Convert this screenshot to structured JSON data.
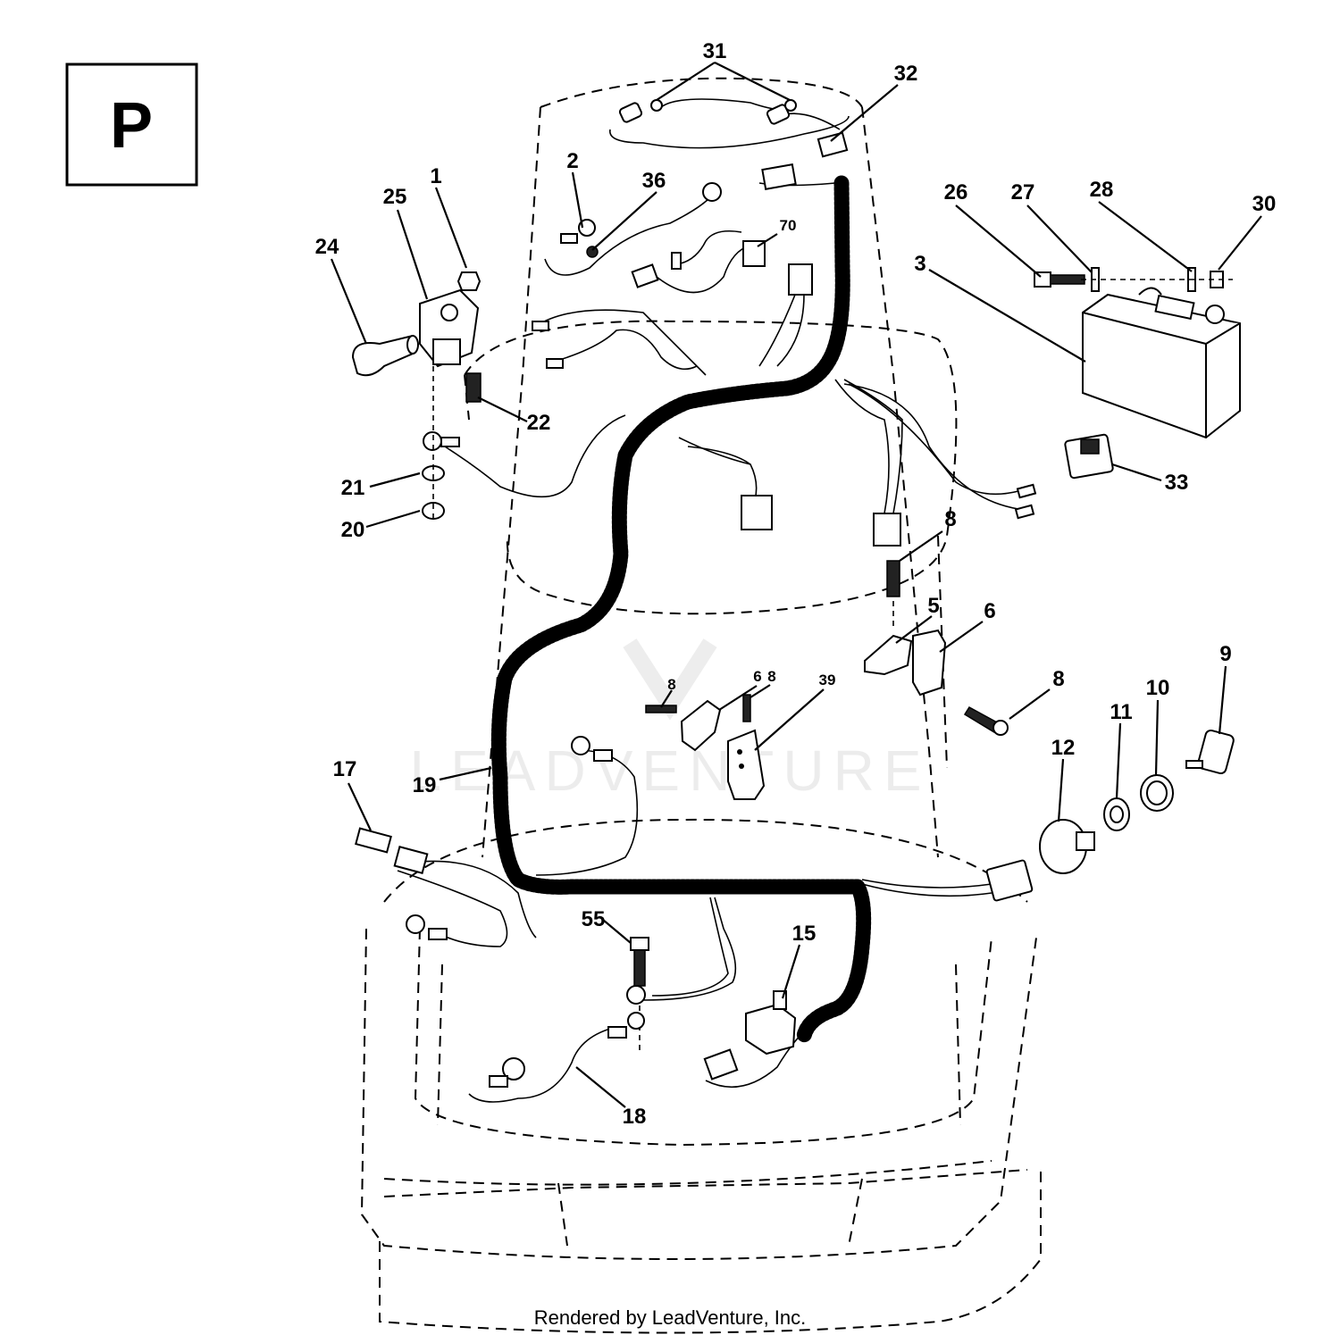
{
  "page_letter": "P",
  "watermark": "LEADVENTURE",
  "footer": "Rendered by LeadVenture, Inc.",
  "callouts": {
    "n31": "31",
    "n32": "32",
    "n2": "2",
    "n36": "36",
    "n70": "70",
    "n26": "26",
    "n27": "27",
    "n28": "28",
    "n30": "30",
    "n3": "3",
    "n25": "25",
    "n1": "1",
    "n24": "24",
    "n22": "22",
    "n21": "21",
    "n20": "20",
    "n33": "33",
    "n8a": "8",
    "n5": "5",
    "n6a": "6",
    "n6b": "6",
    "n8b": "8",
    "n8c": "8",
    "n39": "39",
    "n9": "9",
    "n8d": "8",
    "n10": "10",
    "n11": "11",
    "n12": "12",
    "n17": "17",
    "n19": "19",
    "n55": "55",
    "n15": "15",
    "n18": "18"
  }
}
